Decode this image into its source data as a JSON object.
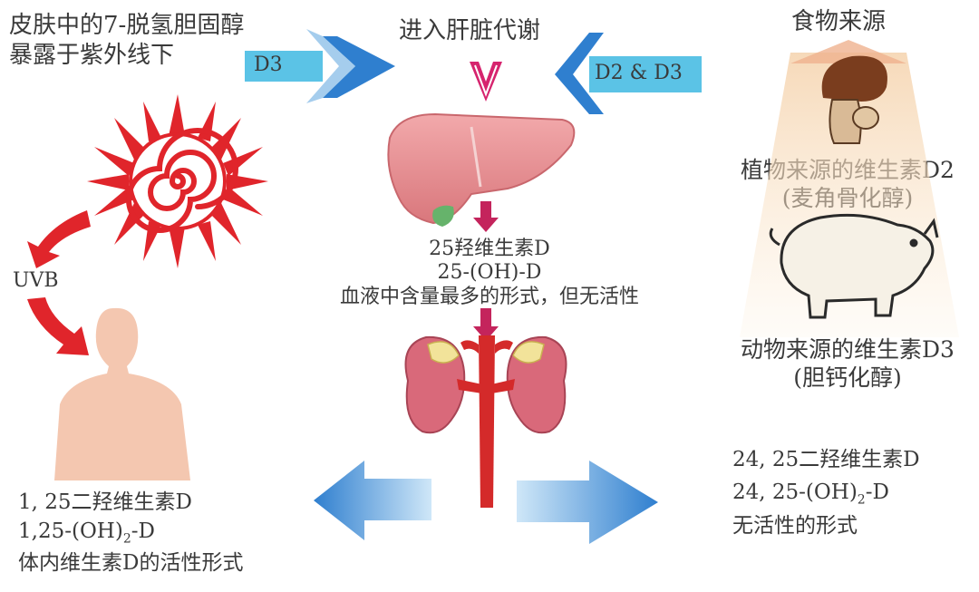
{
  "skin": {
    "line1": "皮肤中的7-脱氢胆固醇",
    "line2": "暴露于紫外线下"
  },
  "liver_title": "进入肝脏代谢",
  "food_title": "食物来源",
  "arrow_labels": {
    "d3": "D3",
    "d2_d3": "D2 & D3"
  },
  "uvb": "UVB",
  "plant": {
    "line1": "植物来源的维生素D2",
    "line2": "(麦角骨化醇)"
  },
  "animal": {
    "line1": "动物来源的维生素D3",
    "line2": "(胆钙化醇)"
  },
  "calcidiol": {
    "line1": "25羟维生素D",
    "line2": "25-(OH)-D",
    "line3": "血液中含量最多的形式，但无活性"
  },
  "calcitriol": {
    "line1": "1, 25二羟维生素D",
    "line2_a": "1,25-(OH)",
    "line2_sub": "2",
    "line2_b": "-D",
    "line3": "体内维生素D的活性形式"
  },
  "inactive": {
    "line1": "24, 25二羟维生素D",
    "line2_a": "24, 25-(OH)",
    "line2_sub": "2",
    "line2_b": "-D",
    "line3": "无活性的形式"
  },
  "colors": {
    "arrow_blue": "#2f7fcf",
    "label_bar": "#5bc3e6",
    "sun_red": "#e0252b",
    "liver": "#e58a8e",
    "kidney": "#d9697a",
    "aorta": "#d42a2a",
    "skin_tone": "#f4c7b0",
    "magenta": "#d6246e"
  }
}
